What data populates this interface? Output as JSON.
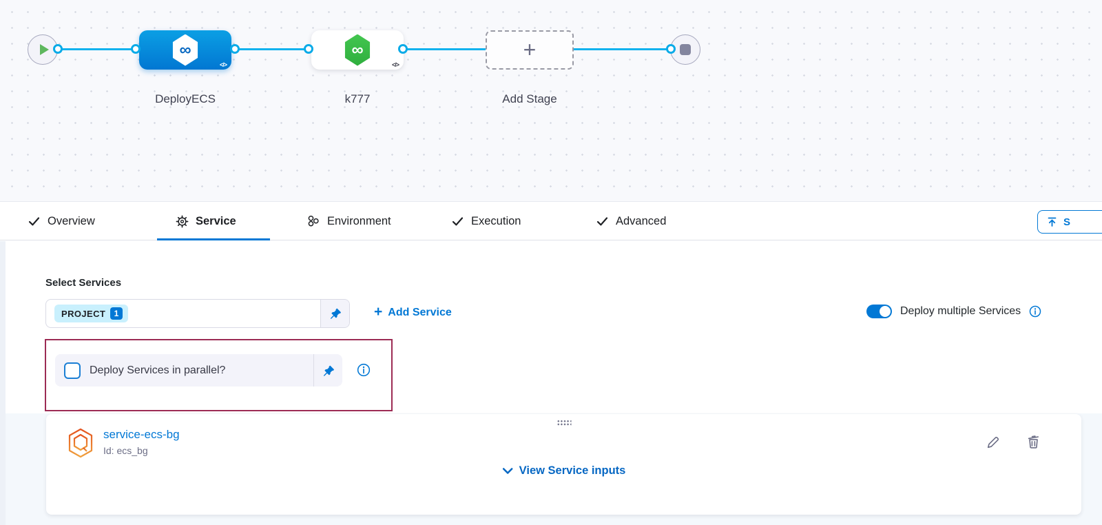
{
  "pipeline": {
    "stages": [
      {
        "name": "DeployECS",
        "code_badge": "</>"
      },
      {
        "name": "k777",
        "code_badge": "</>"
      },
      {
        "name": "Add Stage",
        "plus": "+"
      }
    ]
  },
  "tabs": [
    {
      "label": "Overview"
    },
    {
      "label": "Service"
    },
    {
      "label": "Environment"
    },
    {
      "label": "Execution"
    },
    {
      "label": "Advanced"
    }
  ],
  "toolbar": {
    "save_label": "S"
  },
  "service_section": {
    "select_services_label": "Select Services",
    "selected_chip": {
      "label": "PROJECT",
      "count": "1"
    },
    "add_service": {
      "plus": "+",
      "label": "Add Service"
    },
    "deploy_multiple_toggle": {
      "label": "Deploy multiple Services",
      "state": "on"
    },
    "parallel_checkbox": {
      "label": "Deploy Services in parallel?",
      "checked": false
    },
    "service_card": {
      "name": "service-ecs-bg",
      "id_text": "Id: ecs_bg",
      "view_inputs_label": "View Service inputs"
    }
  },
  "colors": {
    "primary": "#0278D5",
    "connector": "#12B2EE",
    "annotation_border": "#9C2B54",
    "stage_green": "#3FC24C",
    "service_icon_orange": "#E8833A",
    "chip_bg": "#C9F0FD"
  }
}
